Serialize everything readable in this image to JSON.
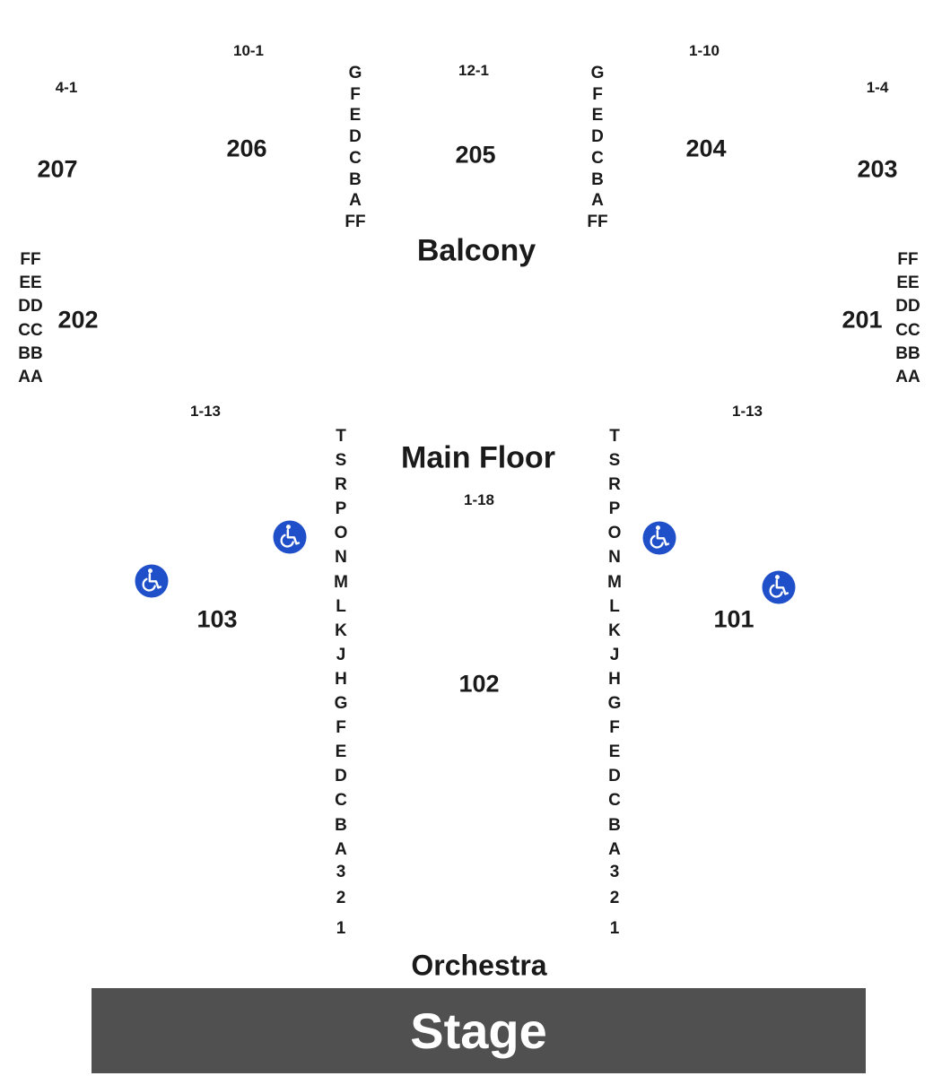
{
  "balcony": {
    "label": "Balcony",
    "sections": {
      "s207": "207",
      "s206": "206",
      "s205": "205",
      "s204": "204",
      "s203": "203",
      "s202": "202",
      "s201": "201"
    },
    "seat_ranges": {
      "s207": "4-1",
      "s206": "10-1",
      "s205": "12-1",
      "s204": "1-10",
      "s203": "1-4"
    },
    "center_rows": [
      "G",
      "F",
      "E",
      "D",
      "C",
      "B",
      "A",
      "FF"
    ],
    "side_rows": [
      "FF",
      "EE",
      "DD",
      "CC",
      "BB",
      "AA"
    ]
  },
  "main_floor": {
    "label": "Main Floor",
    "sections": {
      "s103": "103",
      "s102": "102",
      "s101": "101"
    },
    "seat_ranges": {
      "s103": "1-13",
      "s102": "1-18",
      "s101": "1-13"
    },
    "rows": [
      "T",
      "S",
      "R",
      "P",
      "O",
      "N",
      "M",
      "L",
      "K",
      "J",
      "H",
      "G",
      "F",
      "E",
      "D",
      "C",
      "B",
      "A"
    ],
    "numbered_rows": [
      "3",
      "2",
      "1"
    ]
  },
  "orchestra": {
    "label": "Orchestra"
  },
  "stage": {
    "label": "Stage"
  },
  "icons": {
    "accessible_seating": "wheelchair-icon",
    "color": "#1f4fc9"
  },
  "colors": {
    "stage": "#505050",
    "text": "#1a1a1a"
  }
}
